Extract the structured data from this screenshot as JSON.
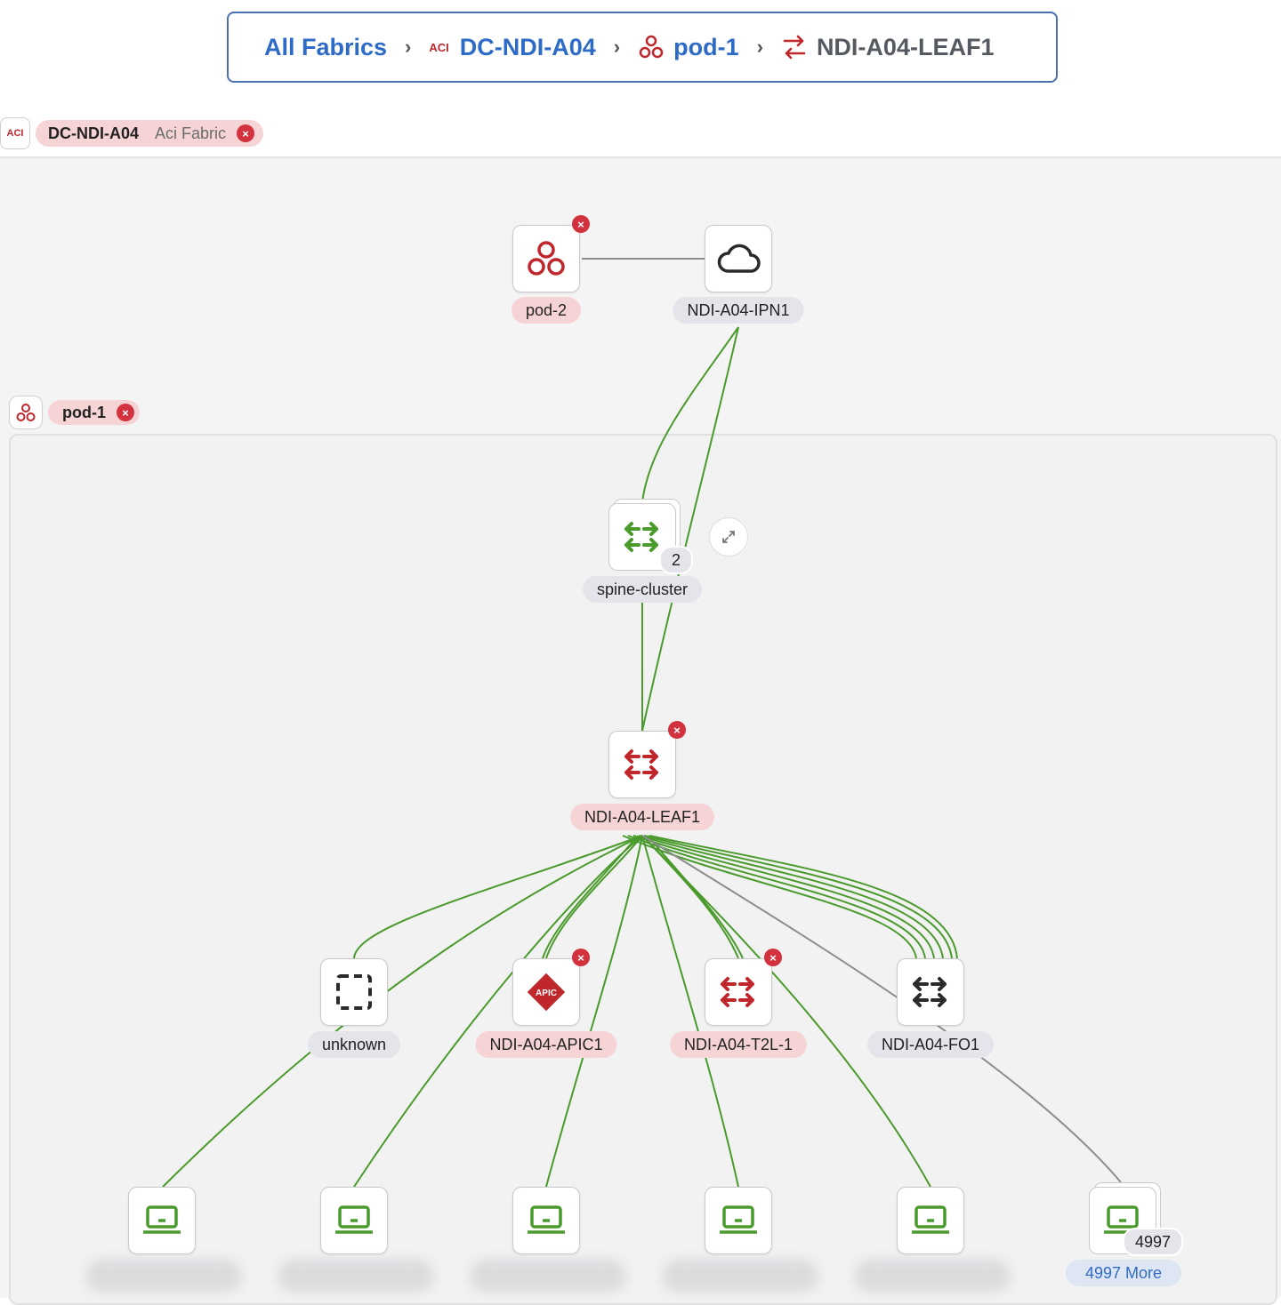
{
  "breadcrumb": {
    "all_fabrics": "All Fabrics",
    "fabric_prefix": "ACI",
    "fabric": "DC-NDI-A04",
    "pod": "pod-1",
    "current": "NDI-A04-LEAF1",
    "separator": "›"
  },
  "fabric_chip": {
    "badge": "ACI",
    "name": "DC-NDI-A04",
    "type": "Aci Fabric",
    "remove": "×"
  },
  "pod_group": {
    "name": "pod-1",
    "remove": "×"
  },
  "nodes": {
    "pod2": {
      "label": "pod-2",
      "icon": "pod-icon",
      "status": "error"
    },
    "ipn": {
      "label": "NDI-A04-IPN1",
      "icon": "cloud-icon"
    },
    "spine": {
      "label": "spine-cluster",
      "icon": "switch-icon",
      "count": "2"
    },
    "leaf": {
      "label": "NDI-A04-LEAF1",
      "icon": "switch-icon",
      "status": "error"
    },
    "unknown": {
      "label": "unknown",
      "icon": "unknown-icon"
    },
    "apic": {
      "label": "NDI-A04-APIC1",
      "icon": "apic-icon",
      "icon_text": "APIC",
      "status": "error"
    },
    "t2l": {
      "label": "NDI-A04-T2L-1",
      "icon": "switch-icon",
      "status": "error"
    },
    "fo1": {
      "label": "NDI-A04-FO1",
      "icon": "switch-icon"
    },
    "hosts_group": {
      "count": "4997",
      "more": "4997 More"
    }
  },
  "colors": {
    "link_green": "#4a9a2c",
    "link_gray": "#8d8d8d",
    "error_red": "#d2323d",
    "accent_blue": "#2e6bc6"
  }
}
